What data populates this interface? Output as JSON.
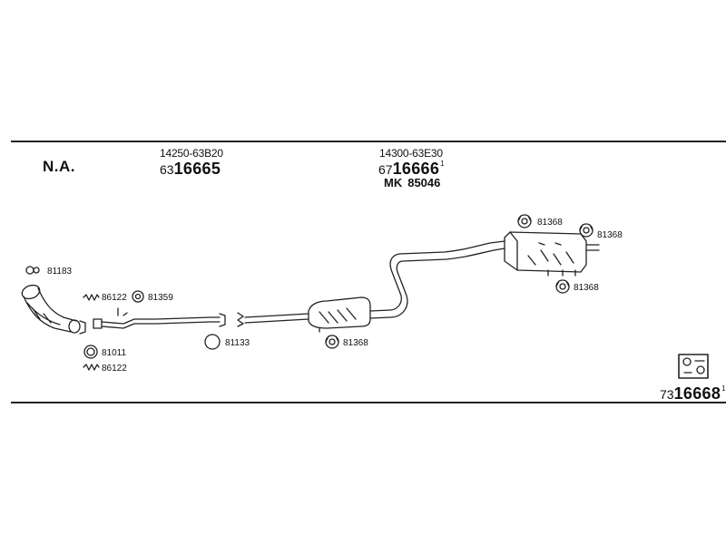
{
  "variant_label": "N.A.",
  "sections": [
    {
      "oe_number": "14250-63B20",
      "prefix": "63",
      "main": "16665",
      "suffix": ""
    },
    {
      "oe_number": "14300-63E30",
      "prefix": "67",
      "main": "16666",
      "suffix": "1",
      "mk_prefix": "MK",
      "mk_number": "85046"
    }
  ],
  "parts": {
    "p81183": "81183",
    "p86122_a": "86122",
    "p81359": "81359",
    "p81011": "81011",
    "p86122_b": "86122",
    "p81133": "81133",
    "p81368_mid": "81368",
    "p81368_top1": "81368",
    "p81368_top2": "81368",
    "p81368_right": "81368"
  },
  "kit": {
    "prefix": "73",
    "main": "16668",
    "suffix": "1"
  }
}
